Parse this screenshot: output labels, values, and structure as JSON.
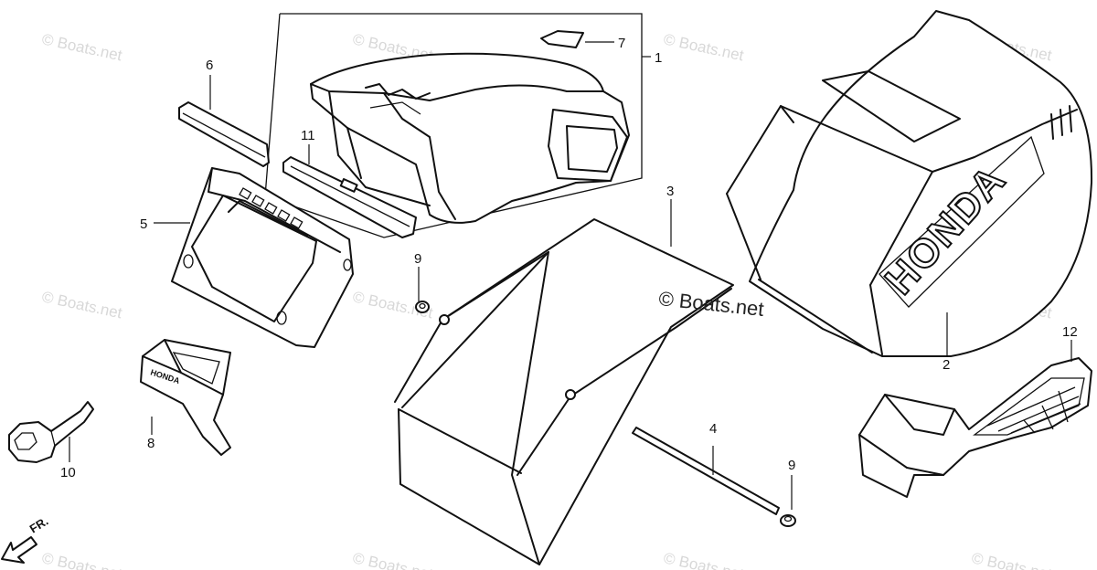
{
  "watermark": "© Boats.net",
  "center_watermark": "© Boats.net",
  "direction_label": "FR.",
  "brand_mark": "HONDA",
  "callouts": {
    "c1": "1",
    "c2": "2",
    "c3": "3",
    "c4": "4",
    "c5": "5",
    "c6": "6",
    "c7": "7",
    "c8": "8",
    "c9a": "9",
    "c9b": "9",
    "c10": "10",
    "c11": "11",
    "c12": "12"
  }
}
